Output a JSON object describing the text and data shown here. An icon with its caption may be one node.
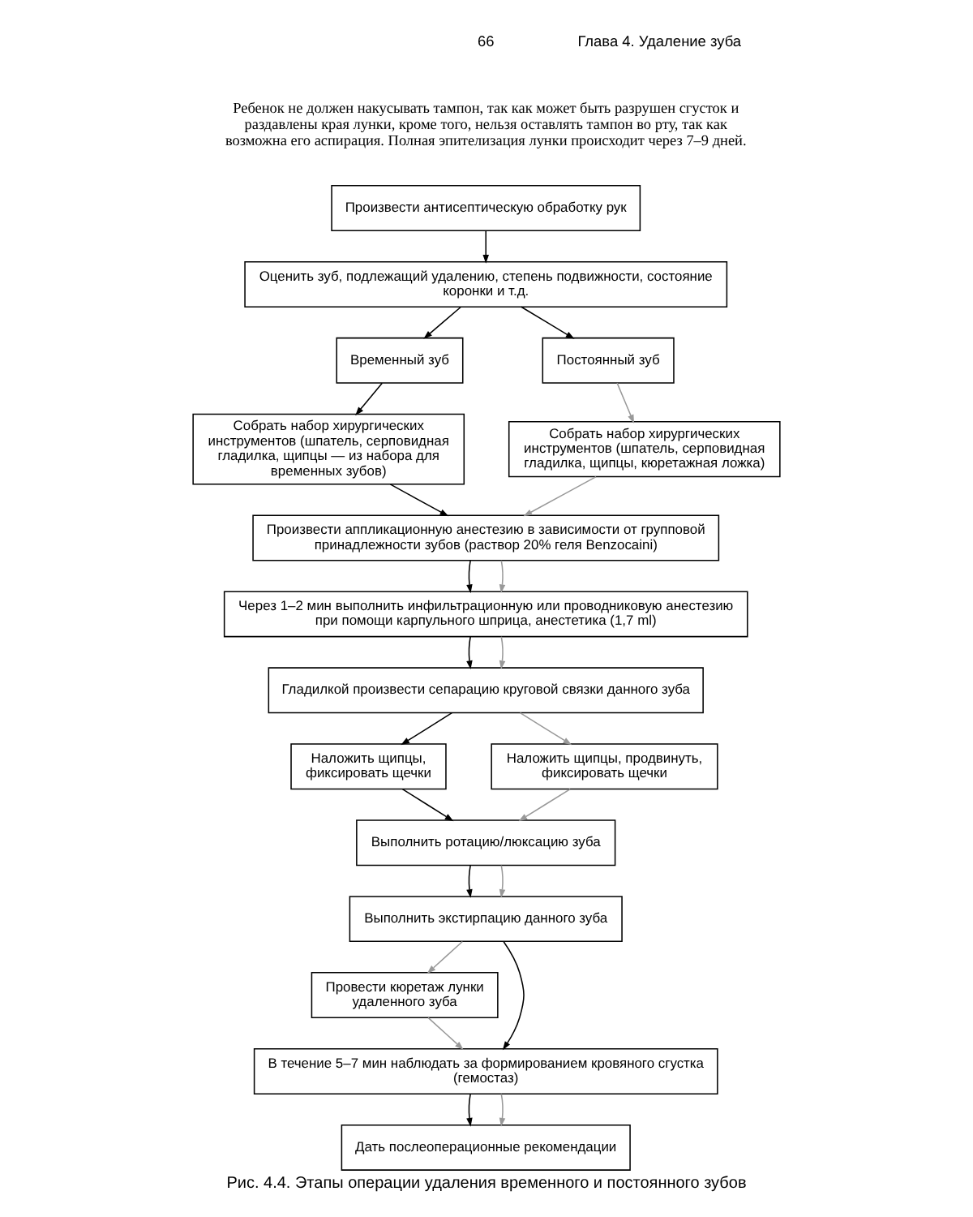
{
  "diagram": {
    "caption": "Рис. 4.4. Этапы операции удаления временного и постоянного зубов",
    "nodes": [
      {
        "text": [
          "Произвести антисептическую обработку рук"
        ]
      },
      {
        "text": [
          "Оценить зуб, подлежащий удалению, степень подвижности, состояние коронки и т.д."
        ]
      },
      {
        "text": [
          "Временный зуб"
        ]
      },
      {
        "text": [
          "Постоянный зуб"
        ]
      },
      {
        "text": [
          "Собрать набор хирургических инструментов (шпатель, серповидная гладилка, щипцы — из набора для временных зубов)"
        ]
      },
      {
        "text": [
          "Собрать набор хирургических инструментов (шпатель, серповидная гладилка, щипцы, кюретажная ложка)"
        ]
      },
      {
        "text": [
          "Произвести аппликационную анестезию в зависимости от групповой принадлежности зубов (раствор 20% геля Benzocaini)"
        ]
      },
      {
        "text": [
          "Через 1–2 мин выполнить инфильтрационную или проводниковую анестезию при помощи карпульного шприца, анестетика (1,7 ml)"
        ]
      },
      {
        "text": [
          "Гладилкой произвести сепарацию круговой связки данного зуба"
        ]
      },
      {
        "text": [
          "Наложить щипцы, фиксировать щечки"
        ]
      },
      {
        "text": [
          "Наложить щипцы, продвинуть, фиксировать щечки"
        ]
      },
      {
        "text": [
          "Выполнить ротацию/люксацию зуба"
        ]
      },
      {
        "text": [
          "Выполнить экстирпацию данного зуба"
        ]
      },
      {
        "text": [
          "Провести кюретаж лунки удаленного зуба"
        ]
      },
      {
        "text": [
          "В течение 5–7 мин наблюдать за формированием кровяного сгустка (гемостаз)"
        ]
      },
      {
        "text": [
          "Дать послеоперационные рекомендации"
        ]
      }
    ],
    "edges": [
      {
        "from": 0,
        "to": 1,
        "arrow": "to"
      },
      {
        "from": 1,
        "to": 2,
        "arrow": "to"
      },
      {
        "from": 1,
        "to": 3,
        "arrow": "to"
      },
      {
        "from": 2,
        "to": 4,
        "arrow": "to"
      },
      {
        "from": 3,
        "to": 5,
        "arrow": "to",
        "color": "#999999"
      },
      {
        "from": 4,
        "to": 6,
        "arrow": "to"
      },
      {
        "from": 5,
        "to": 6,
        "arrow": "to",
        "color": "#999999"
      },
      {
        "from": 6,
        "to": 7,
        "arrow": "to"
      },
      {
        "from": 6,
        "to": 7,
        "arrow": "to",
        "color": "#999999"
      },
      {
        "from": 7,
        "to": 8,
        "arrow": "to"
      },
      {
        "from": 7,
        "to": 8,
        "arrow": "to",
        "color": "#999999"
      },
      {
        "from": 8,
        "to": 9,
        "arrow": "to"
      },
      {
        "from": 8,
        "to": 10,
        "arrow": "to",
        "color": "#999999"
      },
      {
        "from": 9,
        "to": 11,
        "arrow": "to"
      },
      {
        "from": 10,
        "to": 11,
        "arrow": "to",
        "color": "#999999"
      },
      {
        "from": 11,
        "to": 12,
        "arrow": "to"
      },
      {
        "from": 11,
        "to": 12,
        "arrow": "to",
        "color": "#999999"
      },
      {
        "from": 12,
        "to": 14,
        "arrow": "to"
      },
      {
        "from": 12,
        "to": 13,
        "arrow": "to",
        "color": "#999999"
      },
      {
        "from": 13,
        "to": 14,
        "arrow": "to",
        "color": "#999999"
      },
      {
        "from": 14,
        "to": 15,
        "arrow": "to"
      },
      {
        "from": 14,
        "to": 15,
        "arrow": "to",
        "color": "#999999"
      }
    ],
    "labels": [
      "66",
      "Глава 4. Удаление зуба",
      "Ребенок не должен накусывать тампон, так как может быть разрушен сгусток и раздавлены края лунки, кроме того, нельзя оставлять тампон во рту, так как возможна его аспирация. Полная эпителизация лунки происходит через 7–9 дней."
    ]
  }
}
